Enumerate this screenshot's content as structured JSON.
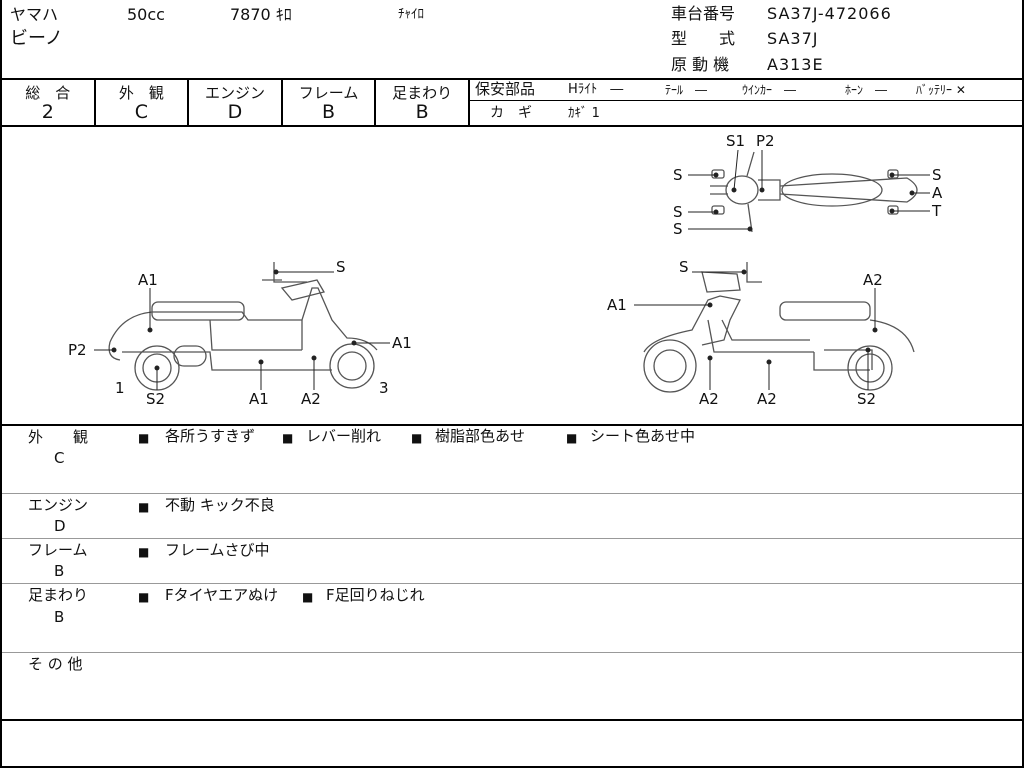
{
  "header": {
    "maker": "ヤマハ",
    "displacement": "50cc",
    "mileage": "7870 ｷﾛ",
    "color": "ﾁｬｲﾛ",
    "model_name": "ビーノ",
    "frame_no_label": "車台番号",
    "frame_no": "SA37J-472066",
    "type_label": "型　　式",
    "type": "SA37J",
    "engine_label": "原 動 機",
    "engine": "A313E"
  },
  "grades": [
    {
      "label": "総　合",
      "value": "2"
    },
    {
      "label": "外　観",
      "value": "C"
    },
    {
      "label": "エンジン",
      "value": "D"
    },
    {
      "label": "フレーム",
      "value": "B"
    },
    {
      "label": "足まわり",
      "value": "B"
    }
  ],
  "safety_parts": {
    "label": "保安部品",
    "headlight": "Hﾗｲﾄ　―",
    "tail": "ﾃｰﾙ　―",
    "winker": "ｳｲﾝｶｰ　―",
    "horn": "ﾎｰﾝ　―",
    "battery": "ﾊﾞｯﾃﾘｰ ✕",
    "key_label": "カ　ギ",
    "key": "ｶｷﾞ 1"
  },
  "diagram": {
    "top": {
      "s1": "S1",
      "p2": "P2",
      "s_left_top": "S",
      "s_left_mid": "S",
      "s_left_bottom": "S",
      "s_right_top": "S",
      "a_right": "A",
      "t_right": "T"
    },
    "left": {
      "s_top": "S",
      "a1_seat": "A1",
      "p2": "P2",
      "a1_front": "A1",
      "n1": "1",
      "n3": "3",
      "s2": "S2",
      "a1_bottom": "A1",
      "a2_bottom": "A2"
    },
    "right": {
      "s_top": "S",
      "a2_top": "A2",
      "a1": "A1",
      "a2_left": "A2",
      "a2_mid": "A2",
      "s2": "S2"
    }
  },
  "remarks": [
    {
      "label": "外　　観",
      "grade": "C",
      "items": [
        "各所うすきず",
        "レバー削れ",
        "樹脂部色あせ",
        "シート色あせ中"
      ]
    },
    {
      "label": "エンジン",
      "grade": "D",
      "items": [
        "不動 キック不良"
      ]
    },
    {
      "label": "フレーム",
      "grade": "B",
      "items": [
        "フレームさび中"
      ]
    },
    {
      "label": "足まわり",
      "grade": "B",
      "items": [
        "Fタイヤエアぬけ",
        "F足回りねじれ"
      ]
    },
    {
      "label": "そ の 他",
      "grade": "",
      "items": []
    }
  ],
  "bullet": "■"
}
